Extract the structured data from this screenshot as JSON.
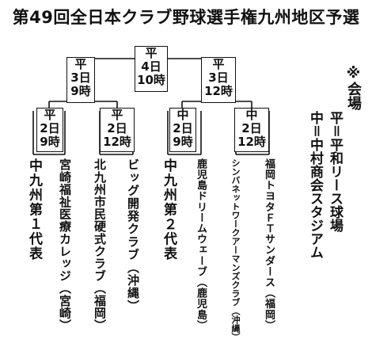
{
  "title": "第49回全日本クラブ野球選手権九州地区予選",
  "final": {
    "venue": "平",
    "day": "4日",
    "time": "10時"
  },
  "semifinals": [
    {
      "venue": "平",
      "day": "3日",
      "time": "9時"
    },
    {
      "venue": "平",
      "day": "3日",
      "time": "12時"
    }
  ],
  "first_round": [
    {
      "venue": "平",
      "day": "2日",
      "time": "9時"
    },
    {
      "venue": "平",
      "day": "2日",
      "time": "12時"
    },
    {
      "venue": "中",
      "day": "2日",
      "time": "9時"
    },
    {
      "venue": "中",
      "day": "2日",
      "time": "12時"
    }
  ],
  "teams": [
    "中九州第１代表",
    "宮崎福祉医療カレッジ（宮崎）",
    "北九州市民硬式クラブ（福岡）",
    "ビッグ開発クラブ（沖縄）",
    "中九州第２代表",
    "鹿児島ドリームウェーブ（鹿児島）",
    "シンバネットワークアーマンズクラブ（沖縄）",
    "福岡トヨタＦＴサンダース（福岡）"
  ],
  "legend": {
    "heading": "※会場",
    "items": [
      "平＝平和リース球場",
      "中＝中村商会スタジアム"
    ]
  }
}
